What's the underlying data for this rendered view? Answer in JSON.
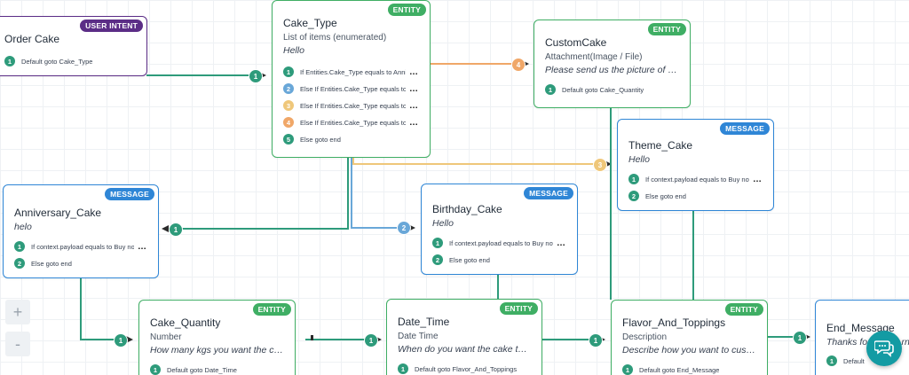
{
  "nodes": {
    "order_cake": {
      "badge": "USER INTENT",
      "title": "Order Cake",
      "rules": [
        {
          "num": "1",
          "text": "Default goto Cake_Type"
        }
      ]
    },
    "cake_type": {
      "badge": "ENTITY",
      "title": "Cake_Type",
      "sub": "List of items (enumerated)",
      "text": "Hello",
      "rules": [
        {
          "num": "1",
          "text": "If Entities.Cake_Type equals to Anniver"
        },
        {
          "num": "2",
          "text": "Else If Entities.Cake_Type equals to Birt"
        },
        {
          "num": "3",
          "text": "Else If Entities.Cake_Type equals to The"
        },
        {
          "num": "4",
          "text": "Else If Entities.Cake_Type equals to Cus"
        },
        {
          "num": "5",
          "text": "Else goto end"
        }
      ]
    },
    "custom_cake": {
      "badge": "ENTITY",
      "title": "CustomCake",
      "sub": "Attachment(Image / File)",
      "text": "Please send us the picture of the ...",
      "rules": [
        {
          "num": "1",
          "text": "Default goto Cake_Quantity"
        }
      ]
    },
    "theme_cake": {
      "badge": "MESSAGE",
      "title": "Theme_Cake",
      "text": "Hello",
      "rules": [
        {
          "num": "1",
          "text": "If context.payload equals to Buy now g"
        },
        {
          "num": "2",
          "text": "Else goto end"
        }
      ]
    },
    "anniversary_cake": {
      "badge": "MESSAGE",
      "title": "Anniversary_Cake",
      "text": "helo",
      "rules": [
        {
          "num": "1",
          "text": "If context.payload equals to Buy now g"
        },
        {
          "num": "2",
          "text": "Else goto end"
        }
      ]
    },
    "birthday_cake": {
      "badge": "MESSAGE",
      "title": "Birthday_Cake",
      "text": "Hello",
      "rules": [
        {
          "num": "1",
          "text": "If context.payload equals to Buy now g"
        },
        {
          "num": "2",
          "text": "Else goto end"
        }
      ]
    },
    "cake_quantity": {
      "badge": "ENTITY",
      "title": "Cake_Quantity",
      "sub": "Number",
      "text": "How many kgs you want the cak...",
      "rules": [
        {
          "num": "1",
          "text": "Default goto Date_Time"
        }
      ]
    },
    "date_time": {
      "badge": "ENTITY",
      "title": "Date_Time",
      "sub": "Date Time",
      "text": "When do you want the cake to b...",
      "rules": [
        {
          "num": "1",
          "text": "Default goto Flavor_And_Toppings"
        }
      ]
    },
    "flavor_and_toppings": {
      "badge": "ENTITY",
      "title": "Flavor_And_Toppings",
      "sub": "Description",
      "text": "Describe how you want to custo...",
      "rules": [
        {
          "num": "1",
          "text": "Default goto End_Message"
        }
      ]
    },
    "end_message": {
      "title": "End_Message",
      "text": "Thanks for ",
      "text_tail": "rn",
      "rules": [
        {
          "num": "1",
          "text": "Default"
        }
      ]
    }
  },
  "edge_labels": [
    {
      "id": "order-to-cake-type",
      "text": "1",
      "color": "#2e9b7b"
    },
    {
      "id": "cake-type-to-custom",
      "text": "4",
      "color": "#f0a768"
    },
    {
      "id": "cake-type-to-theme",
      "text": "3",
      "color": "#efc77a"
    },
    {
      "id": "cake-type-to-anniversary",
      "text": "1",
      "color": "#2e9b7b"
    },
    {
      "id": "cake-type-to-birthday",
      "text": "2",
      "color": "#69a7d8"
    },
    {
      "id": "anniversary-to-quantity",
      "text": "1",
      "color": "#2e9b7b"
    },
    {
      "id": "quantity-to-date",
      "text": "1",
      "color": "#2e9b7b"
    },
    {
      "id": "date-to-flavor",
      "text": "1",
      "color": "#2e9b7b"
    },
    {
      "id": "flavor-to-end",
      "text": "1",
      "color": "#2e9b7b"
    }
  ],
  "zoom": {
    "in_label": "+",
    "out_label": "-"
  },
  "colors": {
    "entity": "#3fae64",
    "message": "#2f86d6",
    "intent": "#5b2d86",
    "edge_teal": "#2e9b7b",
    "edge_orange": "#f0a768",
    "edge_yellow": "#efc77a",
    "edge_blue": "#69a7d8",
    "chat_fab": "#139ba3"
  },
  "icons": {
    "chat": "chat-bubble-icon"
  }
}
